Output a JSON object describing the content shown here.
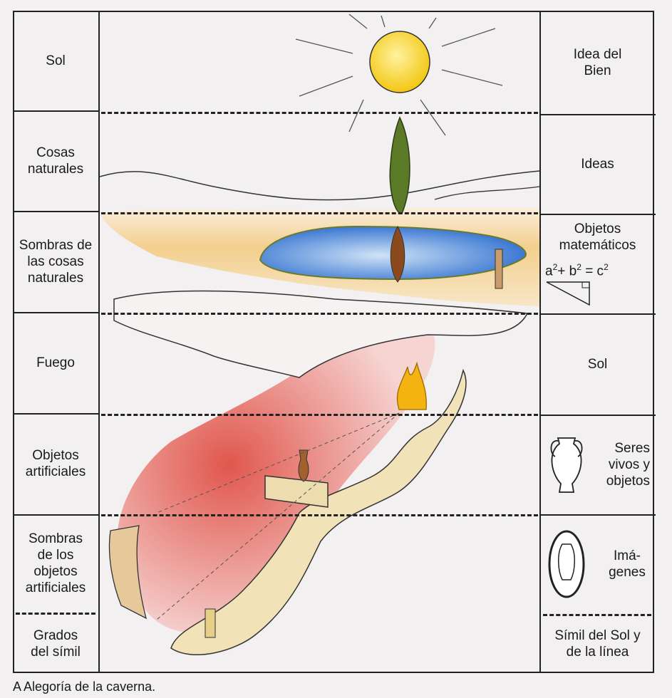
{
  "left_column": {
    "rows": [
      {
        "label": "Sol"
      },
      {
        "label": "Cosas naturales"
      },
      {
        "label": "Sombras de las cosas naturales"
      },
      {
        "label": "Fuego"
      },
      {
        "label": "Objetos artificiales"
      },
      {
        "label": "Sombras de los objetos artificiales"
      },
      {
        "label": "Grados del símil"
      }
    ]
  },
  "right_column": {
    "rows": [
      {
        "label": "Idea del Bien"
      },
      {
        "label": "Ideas"
      },
      {
        "label": "Objetos matemáticos",
        "formula_a": "a",
        "formula_b": "+ b",
        "formula_c": "= c",
        "exponent": "2"
      },
      {
        "label": "Sol"
      },
      {
        "label": "Seres vivos y objetos"
      },
      {
        "label": "Imá- genes"
      },
      {
        "label": "Símil del Sol y de la línea"
      }
    ]
  },
  "caption": "A  Alegoría de la caverna.",
  "colors": {
    "sun": "#f6d21c",
    "tree": "#5f7a2a",
    "lake": "#3a7bd5",
    "cave_red": "#e0665c",
    "sand": "#f1cf8f",
    "fire": "#f5b311"
  }
}
